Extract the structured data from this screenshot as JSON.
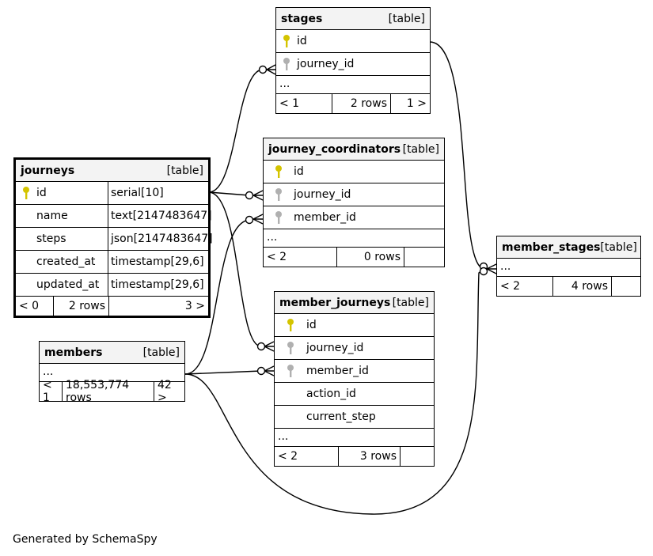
{
  "tables": {
    "stages": {
      "name": "stages",
      "kind": "[table]",
      "columns": [
        {
          "name": "id",
          "key": "primary"
        },
        {
          "name": "journey_id",
          "key": "foreign"
        }
      ],
      "more": "...",
      "footer": {
        "prev": "< 1",
        "rows": "2 rows",
        "next": "1 >"
      }
    },
    "journey_coordinators": {
      "name": "journey_coordinators",
      "kind": "[table]",
      "columns": [
        {
          "name": "id",
          "key": "primary"
        },
        {
          "name": "journey_id",
          "key": "foreign"
        },
        {
          "name": "member_id",
          "key": "foreign"
        }
      ],
      "more": "...",
      "footer": {
        "prev": "< 2",
        "rows": "0 rows",
        "next": ""
      }
    },
    "journeys": {
      "name": "journeys",
      "kind": "[table]",
      "columns": [
        {
          "name": "id",
          "type": "serial[10]",
          "key": "primary"
        },
        {
          "name": "name",
          "type": "text[2147483647]",
          "key": ""
        },
        {
          "name": "steps",
          "type": "json[2147483647]",
          "key": ""
        },
        {
          "name": "created_at",
          "type": "timestamp[29,6]",
          "key": ""
        },
        {
          "name": "updated_at",
          "type": "timestamp[29,6]",
          "key": ""
        }
      ],
      "footer": {
        "prev": "< 0",
        "rows": "2 rows",
        "next": "3 >"
      }
    },
    "member_stages": {
      "name": "member_stages",
      "kind": "[table]",
      "more": "...",
      "footer": {
        "prev": "< 2",
        "rows": "4 rows",
        "next": ""
      }
    },
    "member_journeys": {
      "name": "member_journeys",
      "kind": "[table]",
      "columns": [
        {
          "name": "id",
          "key": "primary"
        },
        {
          "name": "journey_id",
          "key": "foreign"
        },
        {
          "name": "member_id",
          "key": "foreign"
        },
        {
          "name": "action_id",
          "key": ""
        },
        {
          "name": "current_step",
          "key": ""
        }
      ],
      "more": "...",
      "footer": {
        "prev": "< 2",
        "rows": "3 rows",
        "next": ""
      }
    },
    "members": {
      "name": "members",
      "kind": "[table]",
      "more": "...",
      "footer": {
        "prev": "< 1",
        "rows": "18,553,774 rows",
        "next": "42 >"
      }
    }
  },
  "colors": {
    "primary_key": "#d4c400",
    "foreign_key": "#b0b0b0",
    "header_bg": "#f3f3f3"
  },
  "footer_text": "Generated by SchemaSpy"
}
